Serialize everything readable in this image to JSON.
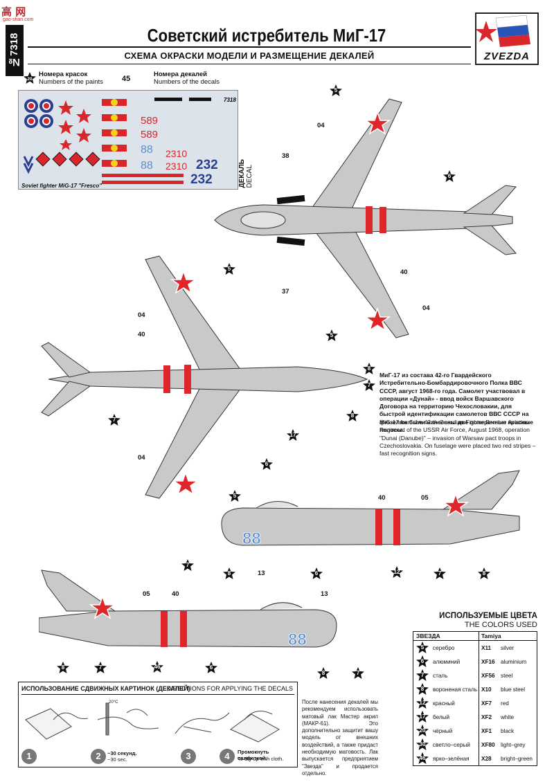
{
  "watermark": {
    "text": "高 网",
    "url": "gao-shan.com"
  },
  "header": {
    "kit_number": "№7318",
    "title": "Советский истребитель МиГ-17",
    "subtitle": "СХЕМА ОКРАСКИ МОДЕЛИ И РАЗМЕЩЕНИЕ ДЕКАЛЕЙ",
    "logo_text": "ZVEZDA"
  },
  "legend": {
    "paint_marker": "20",
    "paint_ru": "Номера красок",
    "paint_en": "Numbers of the paints",
    "decal_marker": "45",
    "decal_ru": "Номера декалей",
    "decal_en": "Numbers of the decals"
  },
  "decal_sheet": {
    "code": "7318",
    "caption": "Soviet fighter MiG-17 \"Fresco\"",
    "numbers": [
      "589",
      "589",
      "88",
      "88",
      "2310",
      "2310",
      "232",
      "232"
    ],
    "side_label_ru": "ДЕКАЛЬ",
    "side_label_en": "DECAL"
  },
  "callouts": {
    "top_view": [
      "5",
      "04",
      "6",
      "38",
      "40",
      "37",
      "04",
      "5"
    ],
    "bottom_view": [
      "5",
      "04",
      "40",
      "8",
      "7",
      "8",
      "7",
      "17",
      "04",
      "6",
      "5"
    ],
    "right_side": [
      "40",
      "05",
      "7",
      "8",
      "13",
      "6",
      "12",
      "7",
      "8"
    ],
    "left_side": [
      "05",
      "40",
      "13",
      "8",
      "7",
      "46",
      "6",
      "8",
      "7"
    ]
  },
  "description": {
    "ru": "МиГ-17 из состава 42-го Гвардейского Истребительно-Бомбардировочного Полка ВВС СССР, август 1968-го года. Самолет участвовал в операции «Дунай» - ввод войск Варшавского Договора на территорию Чехословакии, для быстрой идентификации самолетов ВВС СССР на фюзеляж были нанесены две поперечные красные полосы.",
    "en": "MiG-17 from the 42-th Guardian Fighter Bomber Aviation Regiment of the USSR Air Force, August 1968, operation \"Dunai (Danube)\" – invasion of Warsaw pact troops in Czechoslovakia. On fuselage were placed two red stripes – fast recognition signs."
  },
  "colors": {
    "title_ru": "ИСПОЛЬЗУЕМЫЕ ЦВЕТА",
    "title_en": "THE COLORS USED",
    "head_zvezda": "ЗВЕЗДА",
    "head_tamiya": "Tamiya",
    "rows": [
      {
        "num": "5",
        "ru": "серебро",
        "code": "X11",
        "en": "silver"
      },
      {
        "num": "6",
        "ru": "алюминий",
        "code": "XF16",
        "en": "aluminium"
      },
      {
        "num": "7",
        "ru": "сталь",
        "code": "XF56",
        "en": "steel"
      },
      {
        "num": "8",
        "ru": "вороненая сталь",
        "code": "X10",
        "en": "blue steel"
      },
      {
        "num": "12",
        "ru": "красный",
        "code": "XF7",
        "en": "red"
      },
      {
        "num": "17",
        "ru": "белый",
        "code": "XF2",
        "en": "white"
      },
      {
        "num": "20",
        "ru": "чёрный",
        "code": "XF1",
        "en": "black"
      },
      {
        "num": "30",
        "ru": "светло–серый",
        "code": "XF80",
        "en": "light–grey"
      },
      {
        "num": "46",
        "ru": "ярко–зелёная",
        "code": "X28",
        "en": "bright–green"
      }
    ]
  },
  "directions": {
    "title_ru": "ИСПОЛЬЗОВАНИЕ СДВИЖНЫХ КАРТИНОК (ДЕКАЛЕЙ)",
    "title_en": "DIRECTIONS  FOR APPLYING THE DECALS",
    "steps": [
      {
        "n": "1"
      },
      {
        "n": "2",
        "ru": "~30 секунд.",
        "en": "~30 sec.",
        "temp": "20°C"
      },
      {
        "n": "3"
      },
      {
        "n": "4",
        "ru": "Промокнуть салфеткой.",
        "en": "To dry up with cloth."
      }
    ]
  },
  "after_text": "После нанесения декалей мы рекомендуем использовать матовый лак Мастер акрил (МАКР-61). Это дополнительно защитит вашу модель от внешних воздействий, а также придаст необходимую матовость. Лак выпускается предприятием \"Звезда\" и продается отдельно.",
  "theme": {
    "aircraft_grey": "#c9c9c9",
    "stripe_red": "#e0262b",
    "decal_blue": "#5b8fd0",
    "ink": "#111111"
  }
}
